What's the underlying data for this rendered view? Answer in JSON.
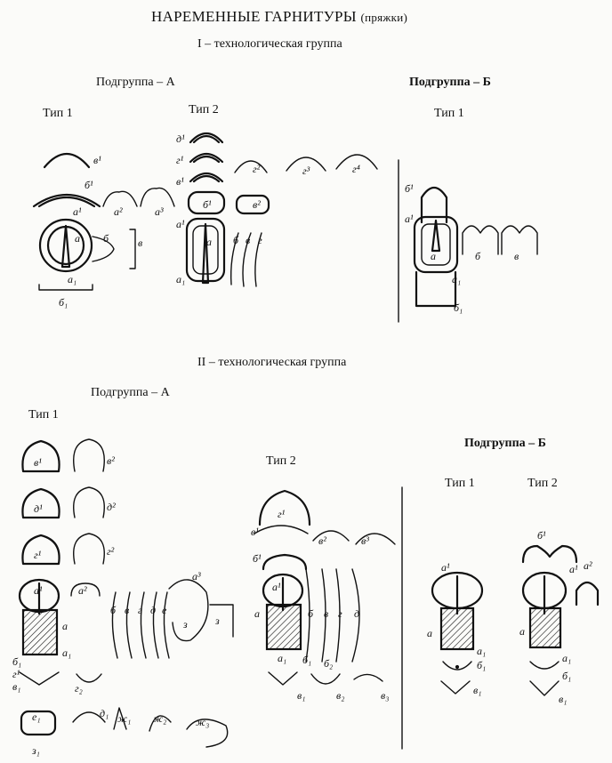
{
  "title": {
    "main": "НАРЕМЕННЫЕ ГАРНИТУРЫ",
    "note": "(пряжки)"
  },
  "groups": [
    {
      "label": "I  –  технологическая группа",
      "subgroups": [
        {
          "label": "Подгруппа  –  А",
          "types": [
            "Тип 1",
            "Тип 2"
          ]
        },
        {
          "label": "Подгруппа  –  Б",
          "types": [
            "Тип 1"
          ]
        }
      ]
    },
    {
      "label": "II  –  технологическая группа",
      "subgroups": [
        {
          "label": "Подгруппа  –  А",
          "types": [
            "Тип 1",
            "Тип 2"
          ]
        },
        {
          "label": "Подгруппа  –  Б",
          "types": [
            "Тип 1",
            "Тип 2"
          ]
        }
      ]
    }
  ],
  "figure_labels": {
    "a": "а",
    "a1": "а₁",
    "a_1": "а¹",
    "a2": "а²",
    "a3": "а³",
    "b": "б",
    "b1": "б₁",
    "b_1": "б¹",
    "b2": "б₂",
    "v": "в",
    "v1": "в₁",
    "v_1": "в¹",
    "v2": "в₂",
    "v_2": "в²",
    "v3": "в₃",
    "v_3": "в³",
    "g": "г",
    "g_1": "г¹",
    "g_2": "г²",
    "g_3": "г³",
    "g_4": "г⁴",
    "g2": "г₂",
    "d": "д",
    "d_1": "д¹",
    "d_2": "д²",
    "d1": "д₁",
    "e": "е",
    "e1": "е₁",
    "zh1": "ж₁",
    "zh2": "ж₂",
    "zh3": "ж₃",
    "z": "з",
    "z1": "з₁"
  }
}
